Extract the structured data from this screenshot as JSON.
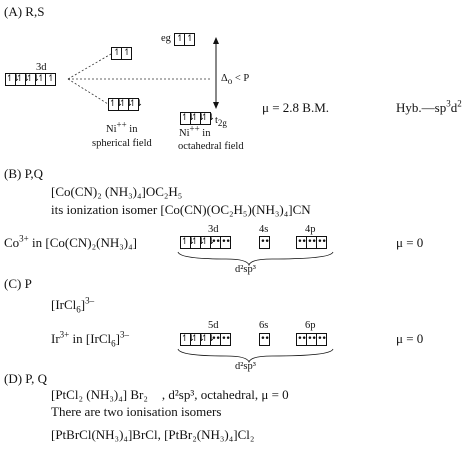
{
  "a": {
    "heading": "(A) R,S",
    "d3": "3d",
    "eg": "eg",
    "delta": "Δ",
    "delta_sub": "o",
    "delta_rest": " < P",
    "t2g_t": "t",
    "t2g_sub": "2g",
    "ni_sph_1": "Ni",
    "ni_sph_sup": "++",
    "ni_sph_2": " in",
    "sph_field": "spherical field",
    "ni_oct_1": "Ni",
    "ni_oct_sup": "++",
    "ni_oct_2": " in",
    "oct_field": "octahedral field",
    "mu": "μ = 2.8 B.M.",
    "hyb_1": "Hyb.—sp",
    "hyb_sup1": "3",
    "hyb_2": "d",
    "hyb_sup2": "2",
    "boxes_3d": [
      "↿⇂",
      "↿⇂",
      "↿⇂",
      "↿",
      "↿"
    ],
    "boxes_eg_upper": [
      "↿",
      "↿"
    ],
    "boxes_t2g_left": [
      "↿⇂",
      "↿⇂",
      "↿⇂"
    ],
    "boxes_eg_right": [
      "↿",
      "↿"
    ],
    "boxes_t2g_right": [
      "↿⇂",
      "↿⇂",
      "↿⇂"
    ]
  },
  "b": {
    "heading": "(B) P,Q",
    "formula": "[Co(CN)₂ (NH₃)₄]OC₂H₅",
    "ionization": "its ionization isomer [Co(CN)(OC₂H₅)(NH₃)₄]CN",
    "co_line_1": "Co",
    "co_sup": "3+",
    "co_line_2": " in [Co(CN)₂(NH₃)₄]",
    "d3": "3d",
    "s4": "4s",
    "p4": "4p",
    "hyb": "d²sp³",
    "mu": "μ = 0",
    "boxes_3d": [
      "↿⇂",
      "↿⇂",
      "↿⇂",
      "••",
      "••"
    ],
    "boxes_4s": [
      "••"
    ],
    "boxes_4p": [
      "••",
      "••",
      "••"
    ]
  },
  "c": {
    "heading": "(C) P",
    "formula_1": "[IrCl",
    "formula_sub": "6",
    "formula_2": "]",
    "formula_sup": "3–",
    "ir_1": "Ir",
    "ir_sup": "3+",
    "ir_2": " in [IrCl",
    "ir_sub": "6",
    "ir_3": "]",
    "ir_sup2": "3–",
    "d5": "5d",
    "s6": "6s",
    "p6": "6p",
    "hyb": "d²sp³",
    "mu": "μ = 0",
    "boxes_5d": [
      "↿⇂",
      "↿⇂",
      "↿⇂",
      "••",
      "••"
    ],
    "boxes_6s": [
      "••"
    ],
    "boxes_6p": [
      "••",
      "••",
      "••"
    ]
  },
  "d": {
    "heading": "(D) P, Q",
    "formula": "[PtCl₂ (NH₃)₄] Br₂",
    "props": ", d²sp³, octahedral, μ = 0",
    "isomers": "There are two ionisation isomers",
    "isomer_list": "[PtBrCl(NH₃)₄]BrCl, [PtBr₂(NH₃)₄]Cl₂"
  }
}
